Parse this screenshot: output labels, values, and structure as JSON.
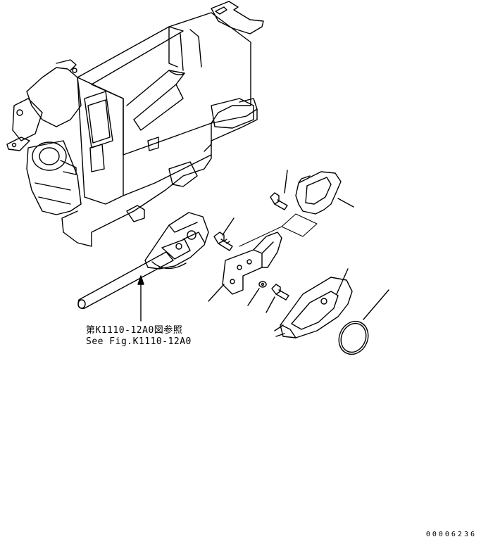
{
  "reference_note": {
    "japanese": "第K1110-12A0図参照",
    "english": "See Fig.K1110-12A0"
  },
  "drawing_number": "00006236"
}
